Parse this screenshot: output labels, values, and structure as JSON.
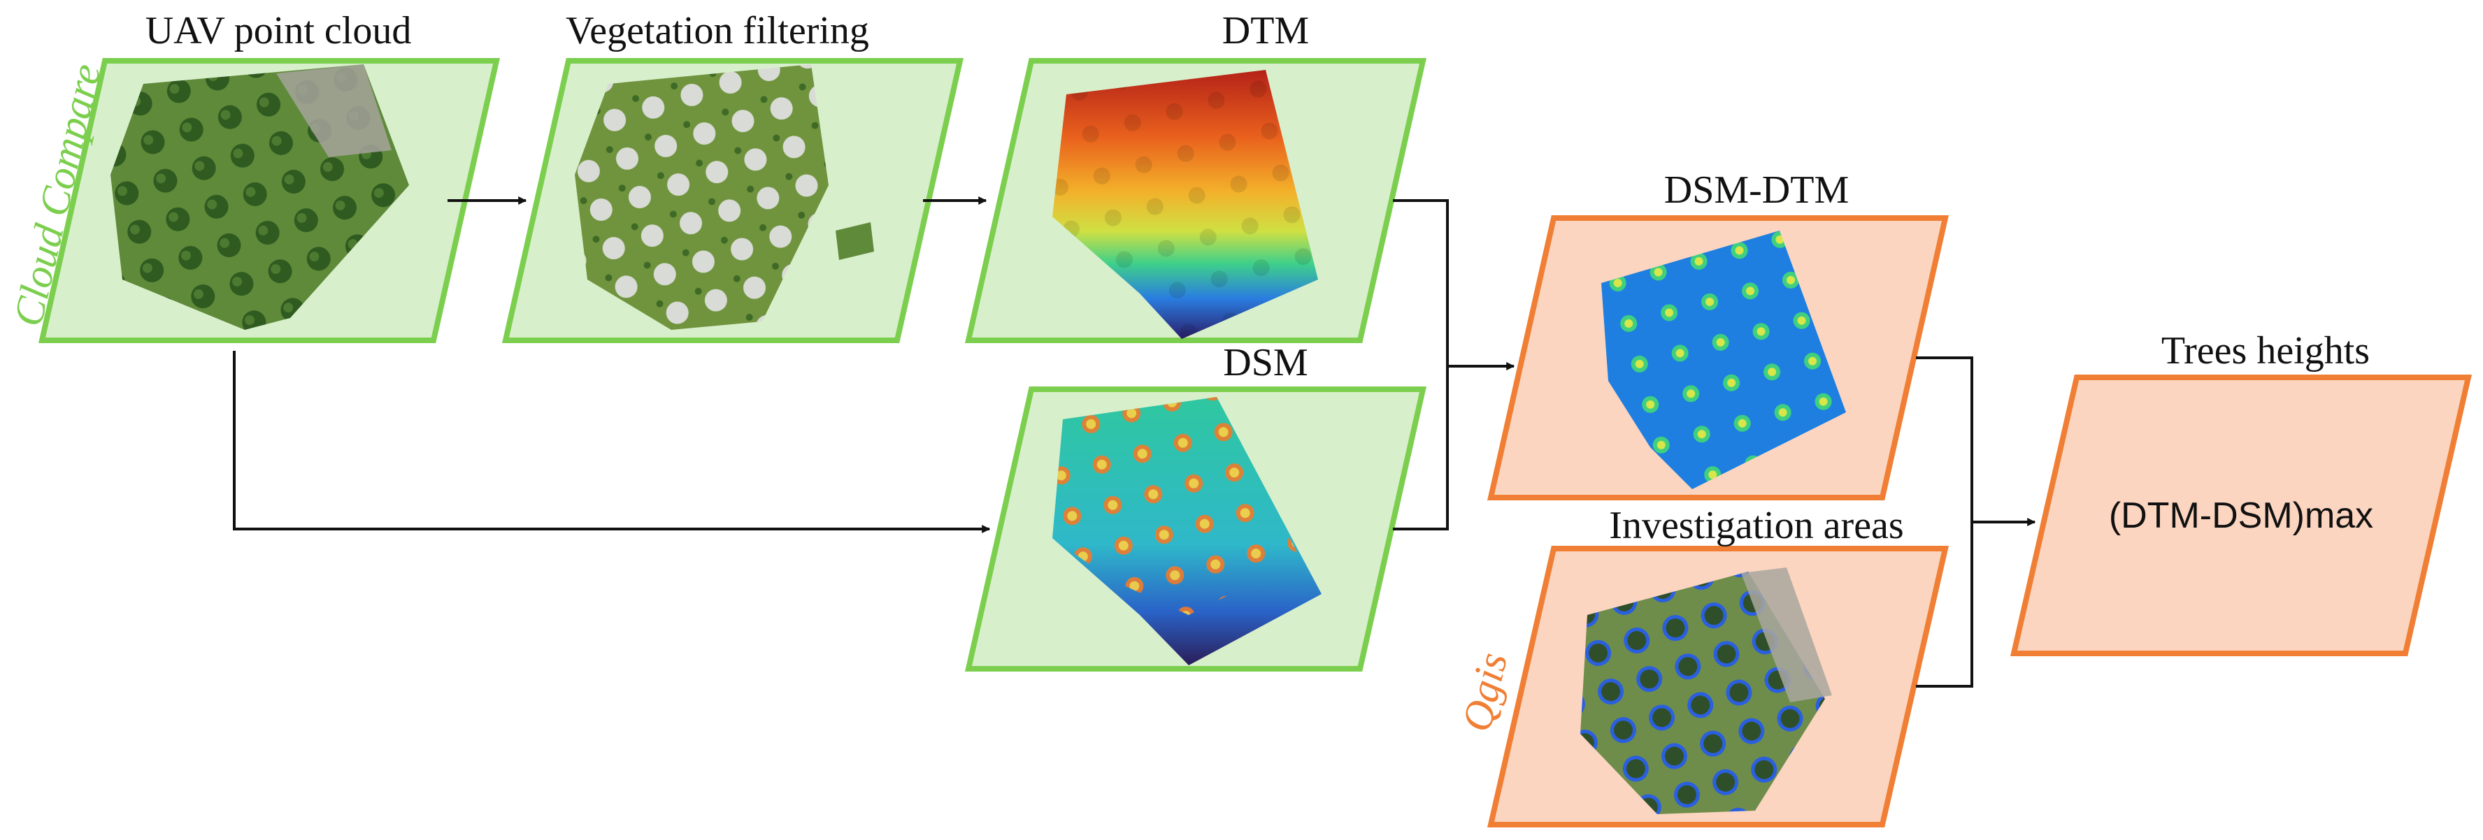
{
  "colors": {
    "green_stroke": "#7ccf4e",
    "green_fill": "#d8efcc",
    "orange_stroke": "#f07f35",
    "orange_fill": "#fbd5c0",
    "line": "#111111"
  },
  "tools": {
    "cloud_compare": "Cloud Compare",
    "qgis": "Qgis"
  },
  "nodes": {
    "uav_point_cloud": {
      "title": "UAV point cloud",
      "image": "orthophoto-point-cloud"
    },
    "vegetation_filtering": {
      "title": "Vegetation filtering",
      "image": "filtered-point-cloud"
    },
    "dtm": {
      "title": "DTM",
      "image": "dtm-elevation-raster"
    },
    "dsm": {
      "title": "DSM",
      "image": "dsm-elevation-raster"
    },
    "dsm_dtm": {
      "title": "DSM-DTM",
      "image": "height-difference-raster"
    },
    "investigation_areas": {
      "title": "Investigation areas",
      "image": "tree-buffer-overlay"
    },
    "trees_heights": {
      "title": "Trees heights",
      "content": "(DTM-DSM)max"
    }
  },
  "edges": [
    {
      "from": "uav_point_cloud",
      "to": "vegetation_filtering"
    },
    {
      "from": "vegetation_filtering",
      "to": "dtm"
    },
    {
      "from": "uav_point_cloud",
      "to": "dsm"
    },
    {
      "from": "dtm",
      "to": "dsm_dtm"
    },
    {
      "from": "dsm",
      "to": "dsm_dtm"
    },
    {
      "from": "dsm_dtm",
      "to": "trees_heights"
    },
    {
      "from": "investigation_areas",
      "to": "trees_heights"
    }
  ]
}
